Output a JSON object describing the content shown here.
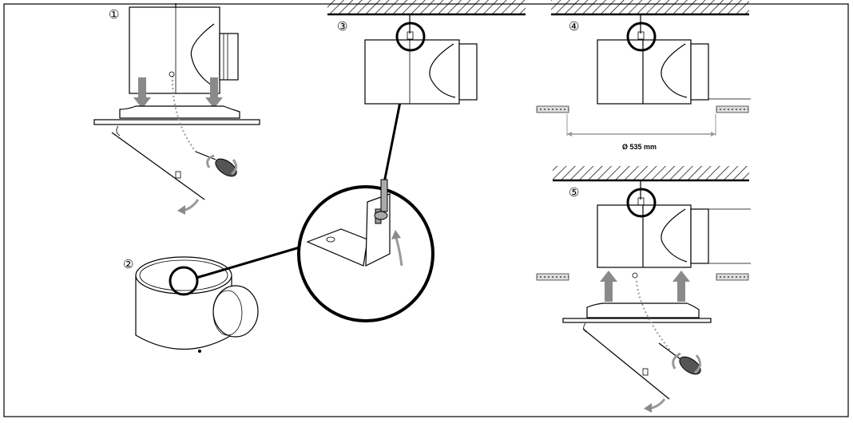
{
  "steps": [
    {
      "number": "①"
    },
    {
      "number": "②"
    },
    {
      "number": "③"
    },
    {
      "number": "④"
    },
    {
      "number": "⑤"
    }
  ],
  "dimension_label": "Ø 535 mm",
  "colors": {
    "line": "#000000",
    "arrow": "#8a8a8a"
  }
}
